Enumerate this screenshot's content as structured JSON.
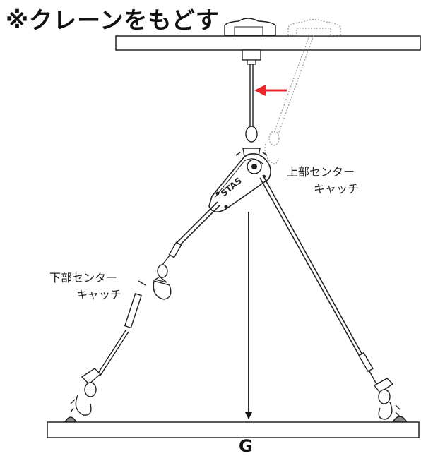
{
  "title": "※クレーンをもどす",
  "device_brand": "STAS",
  "labels": {
    "upper_catch_line1": "上部センター",
    "upper_catch_line2": "キャッチ",
    "lower_catch_line1": "下部センター",
    "lower_catch_line2": "キャッチ",
    "gravity": "G"
  },
  "colors": {
    "arrow_red": "#e8262b",
    "line": "#222222",
    "ghost": "#999999"
  }
}
